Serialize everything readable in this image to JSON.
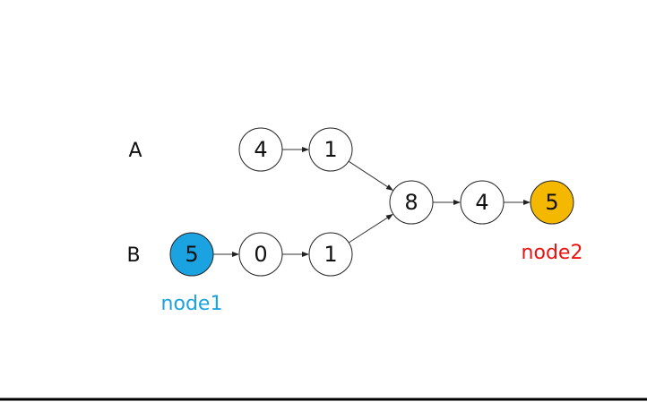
{
  "diagram": {
    "rows": [
      {
        "id": "A",
        "label": "A"
      },
      {
        "id": "B",
        "label": "B"
      }
    ],
    "nodes": [
      {
        "id": "a1",
        "value": "4",
        "fill": "#ffffff"
      },
      {
        "id": "a2",
        "value": "1",
        "fill": "#ffffff"
      },
      {
        "id": "b0",
        "value": "5",
        "fill": "#1aa3e0"
      },
      {
        "id": "b1",
        "value": "0",
        "fill": "#ffffff"
      },
      {
        "id": "b2",
        "value": "1",
        "fill": "#ffffff"
      },
      {
        "id": "c1",
        "value": "8",
        "fill": "#ffffff"
      },
      {
        "id": "c2",
        "value": "4",
        "fill": "#ffffff"
      },
      {
        "id": "c3",
        "value": "5",
        "fill": "#f5b800"
      }
    ],
    "edges": [
      {
        "from": "a1",
        "to": "a2"
      },
      {
        "from": "a2",
        "to": "c1"
      },
      {
        "from": "b0",
        "to": "b1"
      },
      {
        "from": "b1",
        "to": "b2"
      },
      {
        "from": "b2",
        "to": "c1"
      },
      {
        "from": "c1",
        "to": "c2"
      },
      {
        "from": "c2",
        "to": "c3"
      }
    ],
    "pointers": [
      {
        "id": "node1",
        "label": "node1",
        "target": "b0",
        "color": "#1aa3e0"
      },
      {
        "id": "node2",
        "label": "node2",
        "target": "c3",
        "color": "#ee1111"
      }
    ],
    "colors": {
      "node_stroke": "#222222",
      "edge": "#333333",
      "baseline": "#000000"
    }
  }
}
